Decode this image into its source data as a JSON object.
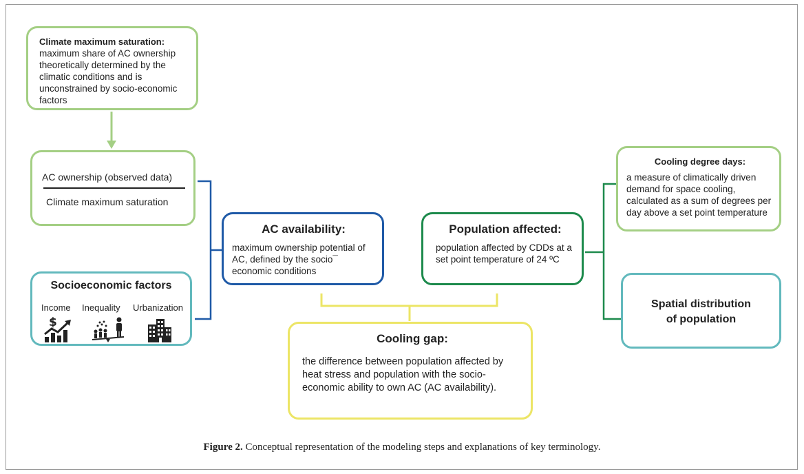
{
  "colors": {
    "light_green": "#a4cf84",
    "teal": "#62b9bd",
    "dark_blue": "#1f5aa7",
    "dark_green": "#1d8a4c",
    "yellow": "#ece566"
  },
  "climate_saturation": {
    "title": "Climate maximum saturation:",
    "description": "maximum share of AC ownership theoretically determined by the climatic conditions and is unconstrained by socio-economic factors"
  },
  "ac_ownership_ratio": {
    "numerator": "AC ownership (observed data)",
    "denominator": "Climate maximum saturation"
  },
  "socioeconomic": {
    "title": "Socioeconomic factors",
    "factors": [
      {
        "label": "Income",
        "icon": "income-icon"
      },
      {
        "label": "Inequality",
        "icon": "inequality-icon"
      },
      {
        "label": "Urbanization",
        "icon": "urbanization-icon"
      }
    ]
  },
  "ac_availability": {
    "title": "AC availability:",
    "description": "maximum ownership potential of AC, defined by the socio¯ economic conditions"
  },
  "population_affected": {
    "title": "Population affected:",
    "description": "population affected by CDDs at a set point temperature of 24 ºC"
  },
  "cooling_degree_days": {
    "title": "Cooling degree days:",
    "description": "a measure of climatically driven demand for space cooling, calculated as a sum of degrees per day above a set point temperature"
  },
  "spatial_distribution": {
    "line1": "Spatial distribution",
    "line2": "of population"
  },
  "cooling_gap": {
    "title": "Cooling gap:",
    "description": "the difference between population affected by heat stress and population with the socio-economic ability to own AC (AC availability)."
  },
  "caption": {
    "label": "Figure 2.",
    "text": " Conceptual representation of the modeling steps and explanations of key terminology."
  }
}
